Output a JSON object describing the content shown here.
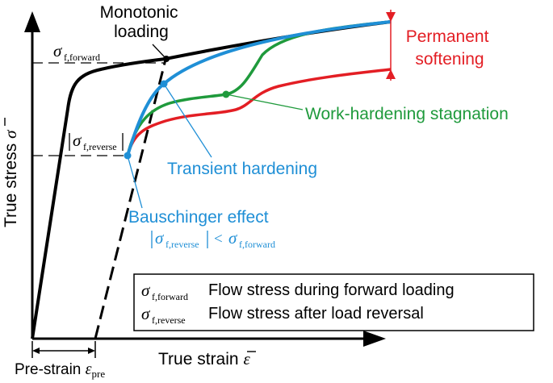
{
  "axes": {
    "y_label": "True stress",
    "y_symbol": "σ",
    "x_label": "True strain",
    "x_symbol": "ε",
    "prestrain_label": "Pre-strain",
    "prestrain_symbol": "ε",
    "prestrain_sub": "pre"
  },
  "annotations": {
    "monotonic_line1": "Monotonic",
    "monotonic_line2": "loading",
    "permanent_line1": "Permanent",
    "permanent_line2": "softening",
    "work_hardening": "Work-hardening stagnation",
    "transient": "Transient hardening",
    "bauschinger": "Bauschinger effect",
    "ineq_sigma": "σ",
    "ineq_sub_rev": "f,reverse",
    "ineq_lt": "<",
    "ineq_sub_fwd": "f,forward"
  },
  "axis_marks": {
    "sigma": "σ",
    "forward_sub": "f,forward",
    "reverse_sub": "f,reverse"
  },
  "legend": {
    "items": [
      {
        "symbol": "σ",
        "sub": "f,forward",
        "text": "Flow stress during forward loading"
      },
      {
        "symbol": "σ",
        "sub": "f,reverse",
        "text": "Flow stress after load reversal"
      }
    ]
  },
  "colors": {
    "monotonic": "#000000",
    "transient": "#1f8fd6",
    "stagnation": "#1f9a3c",
    "softening": "#e31e24"
  }
}
